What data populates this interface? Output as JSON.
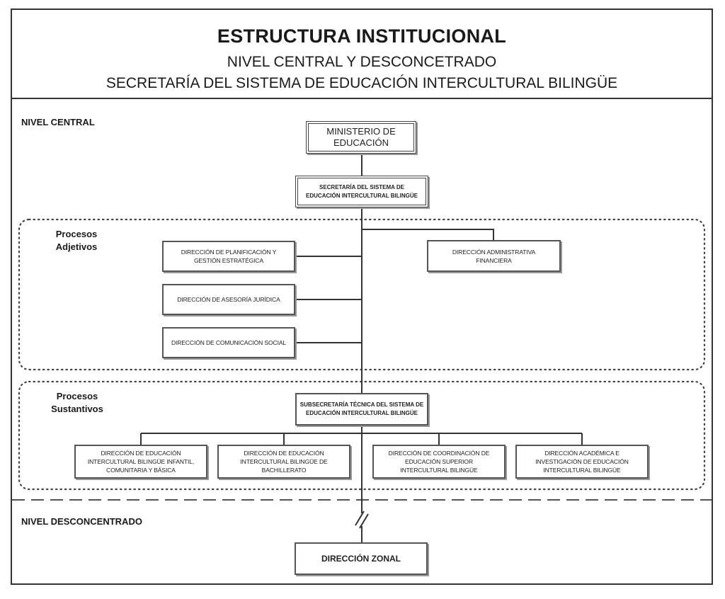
{
  "header": {
    "title": "ESTRUCTURA INSTITUCIONAL",
    "subtitle_1": "NIVEL CENTRAL Y DESCONCETRADO",
    "subtitle_2": "SECRETARÍA DEL SISTEMA DE EDUCACIÓN INTERCULTURAL BILINGÜE"
  },
  "levels": {
    "central": "NIVEL CENTRAL",
    "desconcentrado": "NIVEL DESCONCENTRADO"
  },
  "groups": {
    "adjetivos_line1": "Procesos",
    "adjetivos_line2": "Adjetivos",
    "sustantivos_line1": "Procesos",
    "sustantivos_line2": "Sustantivos"
  },
  "nodes": {
    "ministerio": "MINISTERIO DE EDUCACIÓN",
    "secretaria": "SECRETARÍA DEL SISTEMA DE EDUCACIÓN INTERCULTURAL BILINGÜE",
    "planificacion": "DIRECCIÓN DE PLANIFICACIÓN Y GESTIÓN ESTRATÉGICA",
    "administrativa": "DIRECCIÓN ADMINISTRATIVA FINANCIERA",
    "asesoria": "DIRECCIÓN DE ASESORÍA JURÍDICA",
    "comunicacion": "DIRECCIÓN DE COMUNICACIÓN SOCIAL",
    "subsecretaria": "SUBSECRETARÍA TÉCNICA DEL SISTEMA DE EDUCACIÓN INTERCULTURAL BILINGÜE",
    "infantil": "DIRECCIÓN DE EDUCACIÓN INTERCULTURAL BILINGÜE INFANTIL, COMUNITARIA Y BÁSICA",
    "bachillerato": "DIRECCIÓN DE EDUCACIÓN INTERCULTURAL BILINGÜE DE BACHILLERATO",
    "superior": "DIRECCIÓN DE COORDINACIÓN DE EDUCACIÓN SUPERIOR INTERCULTURAL BILINGÜE",
    "academica": "DIRECCIÓN ACADÉMICA E INVESTIGACIÓN DE EDUCACIÓN INTERCULTURAL BILINGÜE",
    "zonal": "DIRECCIÓN ZONAL"
  }
}
